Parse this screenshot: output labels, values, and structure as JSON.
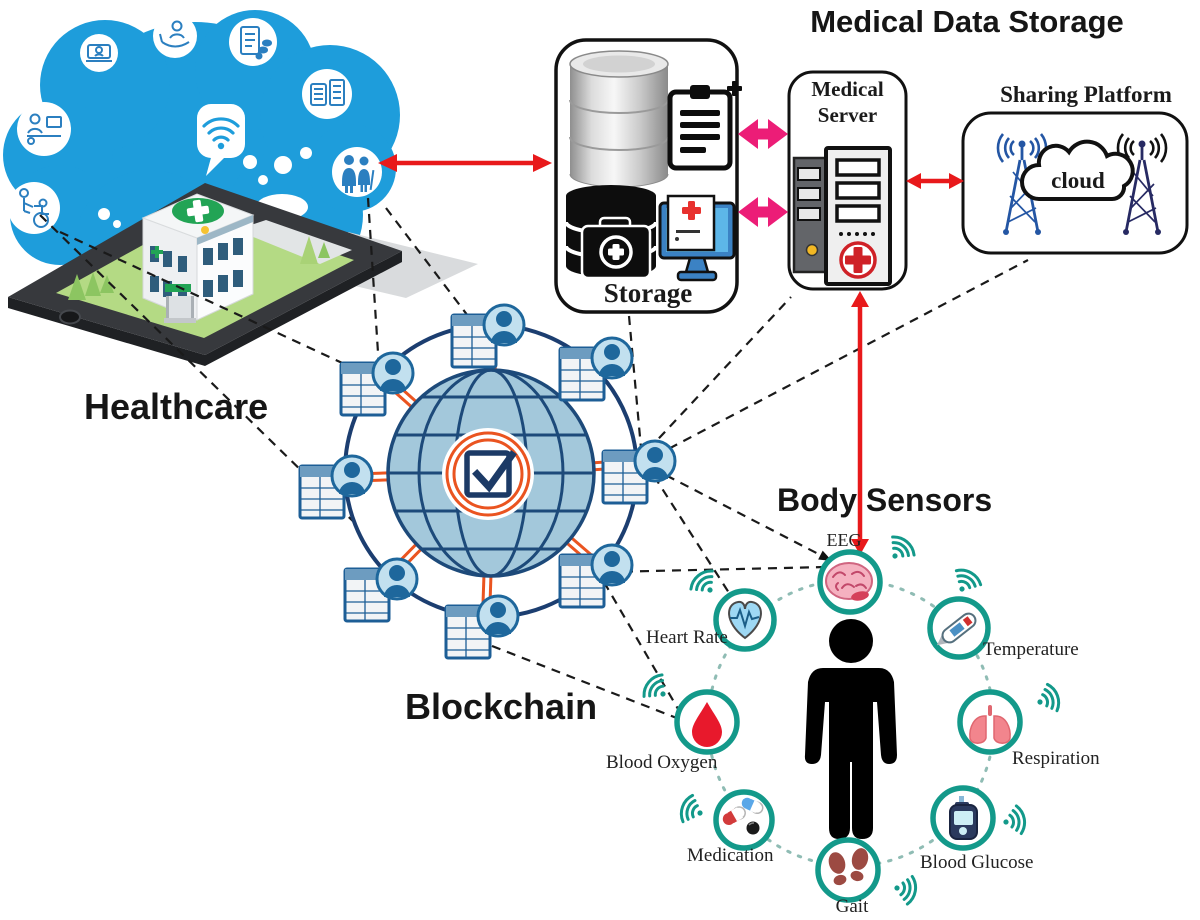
{
  "titles": {
    "medical_data_storage": "Medical Data Storage",
    "healthcare": "Healthcare",
    "blockchain": "Blockchain",
    "body_sensors": "Body Sensors"
  },
  "boxes": {
    "storage": "Storage",
    "medical_server": "Medical Server",
    "sharing_platform": "Sharing Platform",
    "cloud": "cloud"
  },
  "sensors": [
    {
      "label": "EEG",
      "icon": "brain-icon"
    },
    {
      "label": "Temperature",
      "icon": "thermometer-icon"
    },
    {
      "label": "Respiration",
      "icon": "lungs-icon"
    },
    {
      "label": "Blood Glucose",
      "icon": "glucometer-icon"
    },
    {
      "label": "Gait",
      "icon": "footprints-icon"
    },
    {
      "label": "Medication",
      "icon": "pills-icon"
    },
    {
      "label": "Blood Oxygen",
      "icon": "blood-drop-icon"
    },
    {
      "label": "Heart Rate",
      "icon": "heart-icon"
    }
  ],
  "colors": {
    "healthcare_blue": "#1e9ddb",
    "arrow_red": "#e8191b",
    "arrow_pink": "#ec1d77",
    "network_navy": "#1c3e70",
    "spoke_orange": "#ea5420",
    "globe_fill": "#a3c8db",
    "sensor_teal": "#13998a"
  }
}
